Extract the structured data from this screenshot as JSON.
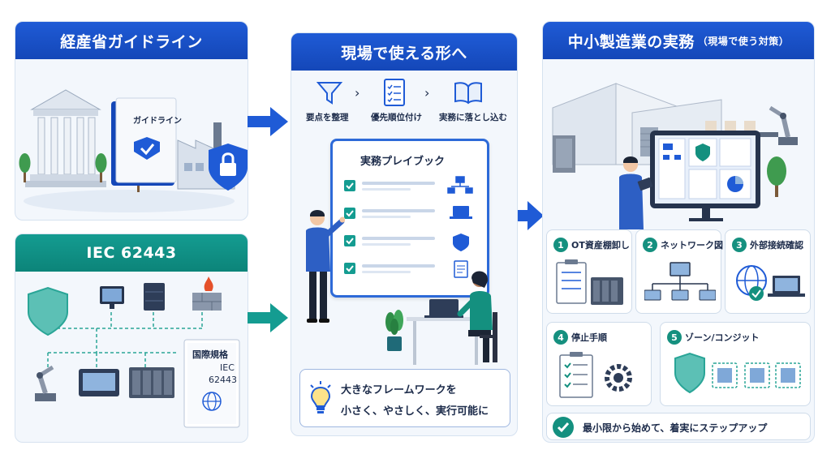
{
  "panels": {
    "guideline": {
      "title": "経産省ガイドライン",
      "book_label": "ガイドライン"
    },
    "iec": {
      "title": "IEC 62443",
      "doc_line1": "国際規格",
      "doc_line2": "IEC",
      "doc_line3": "62443"
    },
    "field": {
      "title": "現場で使える形へ",
      "steps": [
        "要点を整理",
        "優先順位付け",
        "実務に落とし込む"
      ],
      "playbook_title": "実務プレイブック",
      "tip_line1": "大きなフレームワークを",
      "tip_line2": "小さく、やさしく、実行可能に"
    },
    "practice": {
      "title": "中小製造業の実務",
      "title_sub": "（現場で使う対策）",
      "cards": [
        {
          "num": "1",
          "label": "OT資産棚卸し"
        },
        {
          "num": "2",
          "label": "ネットワーク図"
        },
        {
          "num": "3",
          "label": "外部接続確認"
        },
        {
          "num": "4",
          "label": "停止手順"
        },
        {
          "num": "5",
          "label": "ゾーン/コンジット"
        }
      ],
      "footer": "最小限から始めて、着実にステップアップ"
    }
  },
  "colors": {
    "blue": "#1f5bd6",
    "teal": "#149c91",
    "navy": "#1c2b4a",
    "light_bg": "#f3f7fc"
  }
}
